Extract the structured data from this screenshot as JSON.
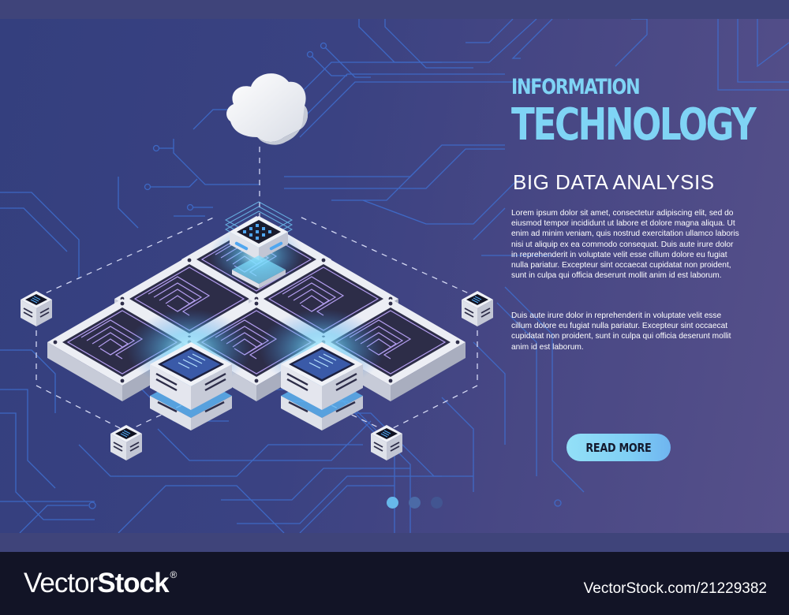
{
  "hero": {
    "title_line1": "INFORMATION",
    "title_line2": "TECHNOLOGY",
    "subtitle": "BIG DATA ANALYSIS",
    "paragraphs": [
      "Lorem ipsum dolor sit amet, consectetur adipiscing elit, sed do eiusmod tempor incididunt ut labore et dolore magna aliqua. Ut enim ad minim veniam, quis nostrud exercitation ullamco laboris nisi ut aliquip ex ea commodo consequat. Duis aute irure dolor in reprehenderit in voluptate velit esse cillum dolore eu fugiat nulla pariatur. Excepteur sint occaecat cupidatat non proident, sunt in culpa qui officia deserunt mollit anim id est laborum.",
      "Duis aute irure dolor in reprehenderit in voluptate velit esse cillum dolore eu fugiat nulla pariatur. Excepteur sint occaecat cupidatat non proident, sunt in culpa qui officia deserunt mollit anim id est laborum."
    ],
    "cta_label": "READ MORE"
  },
  "carousel": {
    "dots": [
      {
        "state": "active",
        "color": "#67b8ea"
      },
      {
        "state": "inactive",
        "color": "#4b6aa6"
      },
      {
        "state": "inactive",
        "color": "#425591"
      }
    ]
  },
  "illustration": {
    "icons": [
      "cloud-icon",
      "server-hub-icon",
      "circuit-chip-icon",
      "server-node-icon"
    ]
  },
  "footer": {
    "brand_light": "Vector",
    "brand_bold": "Stock",
    "brand_mark": "®",
    "stock_id": "VectorStock.com/21229382"
  },
  "colors": {
    "accent_cyan": "#7fd4f5",
    "panel_dark": "#343f7e",
    "panel_purple": "#56508a",
    "circuit_line": "#3f6fd0",
    "footer_bg": "#121426"
  }
}
